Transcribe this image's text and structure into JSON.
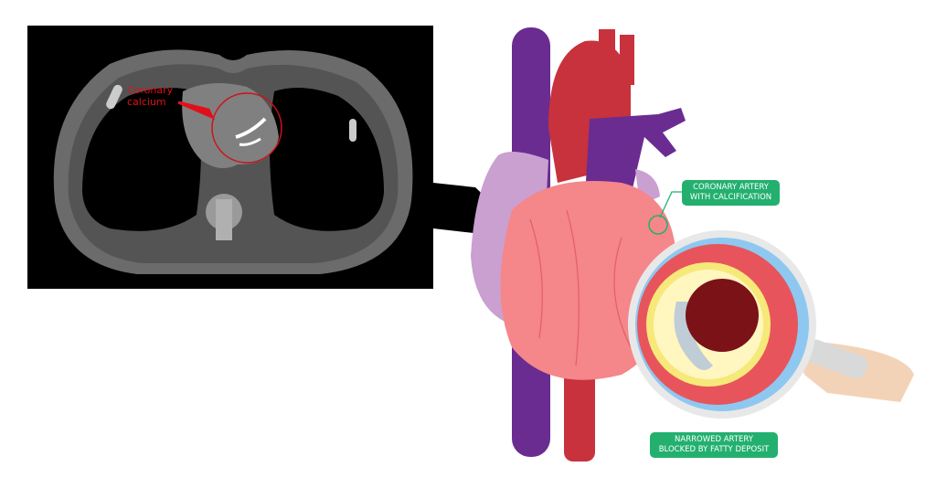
{
  "ct_scan": {
    "annotation_line1": "Coronary",
    "annotation_line2": "calcium",
    "annotation_color": "#e0101a"
  },
  "labels": {
    "calcification_line1": "CORONARY ARTERY",
    "calcification_line2": "WITH CALCIFICATION",
    "narrowed_line1": "NARROWED ARTERY",
    "narrowed_line2": "BLOCKED BY FATTY DEPOSIT",
    "label_color": "#23b06f"
  },
  "colors": {
    "vein": "#6a2c91",
    "artery": "#c8323c",
    "heart": "#f5868a",
    "atrium": "#c9a0d0",
    "plaque": "#f7e87a",
    "lumen": "#7a1218"
  }
}
